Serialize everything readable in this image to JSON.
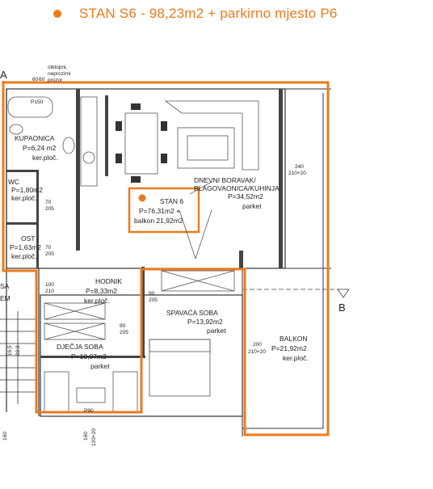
{
  "header": {
    "title": "STAN S6 - 98,23m2 + parkirno mjesto P6",
    "accent_color": "#ec7a1c",
    "bullet_icon": "orange-dot"
  },
  "top_note": {
    "line1": "otklopni,",
    "line2": "neprozirni",
    "line3": "prozor",
    "dim_a": "60",
    "dim_b": "60"
  },
  "rooms": {
    "kupaonica": {
      "name": "KUPAONICA",
      "area": "P=6,24 m2",
      "floor": "ker.ploč."
    },
    "wc": {
      "name": "WC",
      "area": "P=1,80m2",
      "floor": "ker.ploč."
    },
    "ost": {
      "name": "OST",
      "area": "P=1,63m2",
      "floor": "ker.ploč."
    },
    "dnevni": {
      "name1": "DNEVNI BORAVAK/",
      "name2": "BLAGOVAONICA/KUHINJA",
      "area": "P=34,52m2",
      "floor": "parket"
    },
    "hodnik": {
      "name": "HODNIK",
      "area": "P=8,33m2",
      "floor": "ker.ploč."
    },
    "spavaca": {
      "name": "SPAVAĆA SOBA",
      "area": "P=13,92m2",
      "floor": "parket"
    },
    "djecja": {
      "name": "DJEČJA SOBA",
      "area": "P=10,07m2",
      "floor": "parket"
    },
    "balkon": {
      "name": "BALKON",
      "area": "P=21,92m2",
      "floor": "ker.ploč."
    }
  },
  "stan_box": {
    "name": "STAN 6",
    "area": "P=76,31m2 +",
    "balkon": "balkon 21,92m2"
  },
  "labels": {
    "a": "A",
    "b": "B",
    "sa": "SA",
    "em": "EM",
    "p150": "P150",
    "p90": "P90",
    "d240": "240",
    "d210_20": "210+20",
    "d70a": "70",
    "d205a": "205",
    "d70b": "70",
    "d205b": "205",
    "d100": "100",
    "d210b": "210",
    "d90a": "90",
    "d205c": "205",
    "d90b": "90",
    "d205d": "205",
    "d200": "200",
    "d210_20b": "210+20",
    "stair_a": "16,5",
    "stair_b": "22,0",
    "bot160a": "160",
    "bot160b": "160",
    "bot120": "120+20"
  }
}
